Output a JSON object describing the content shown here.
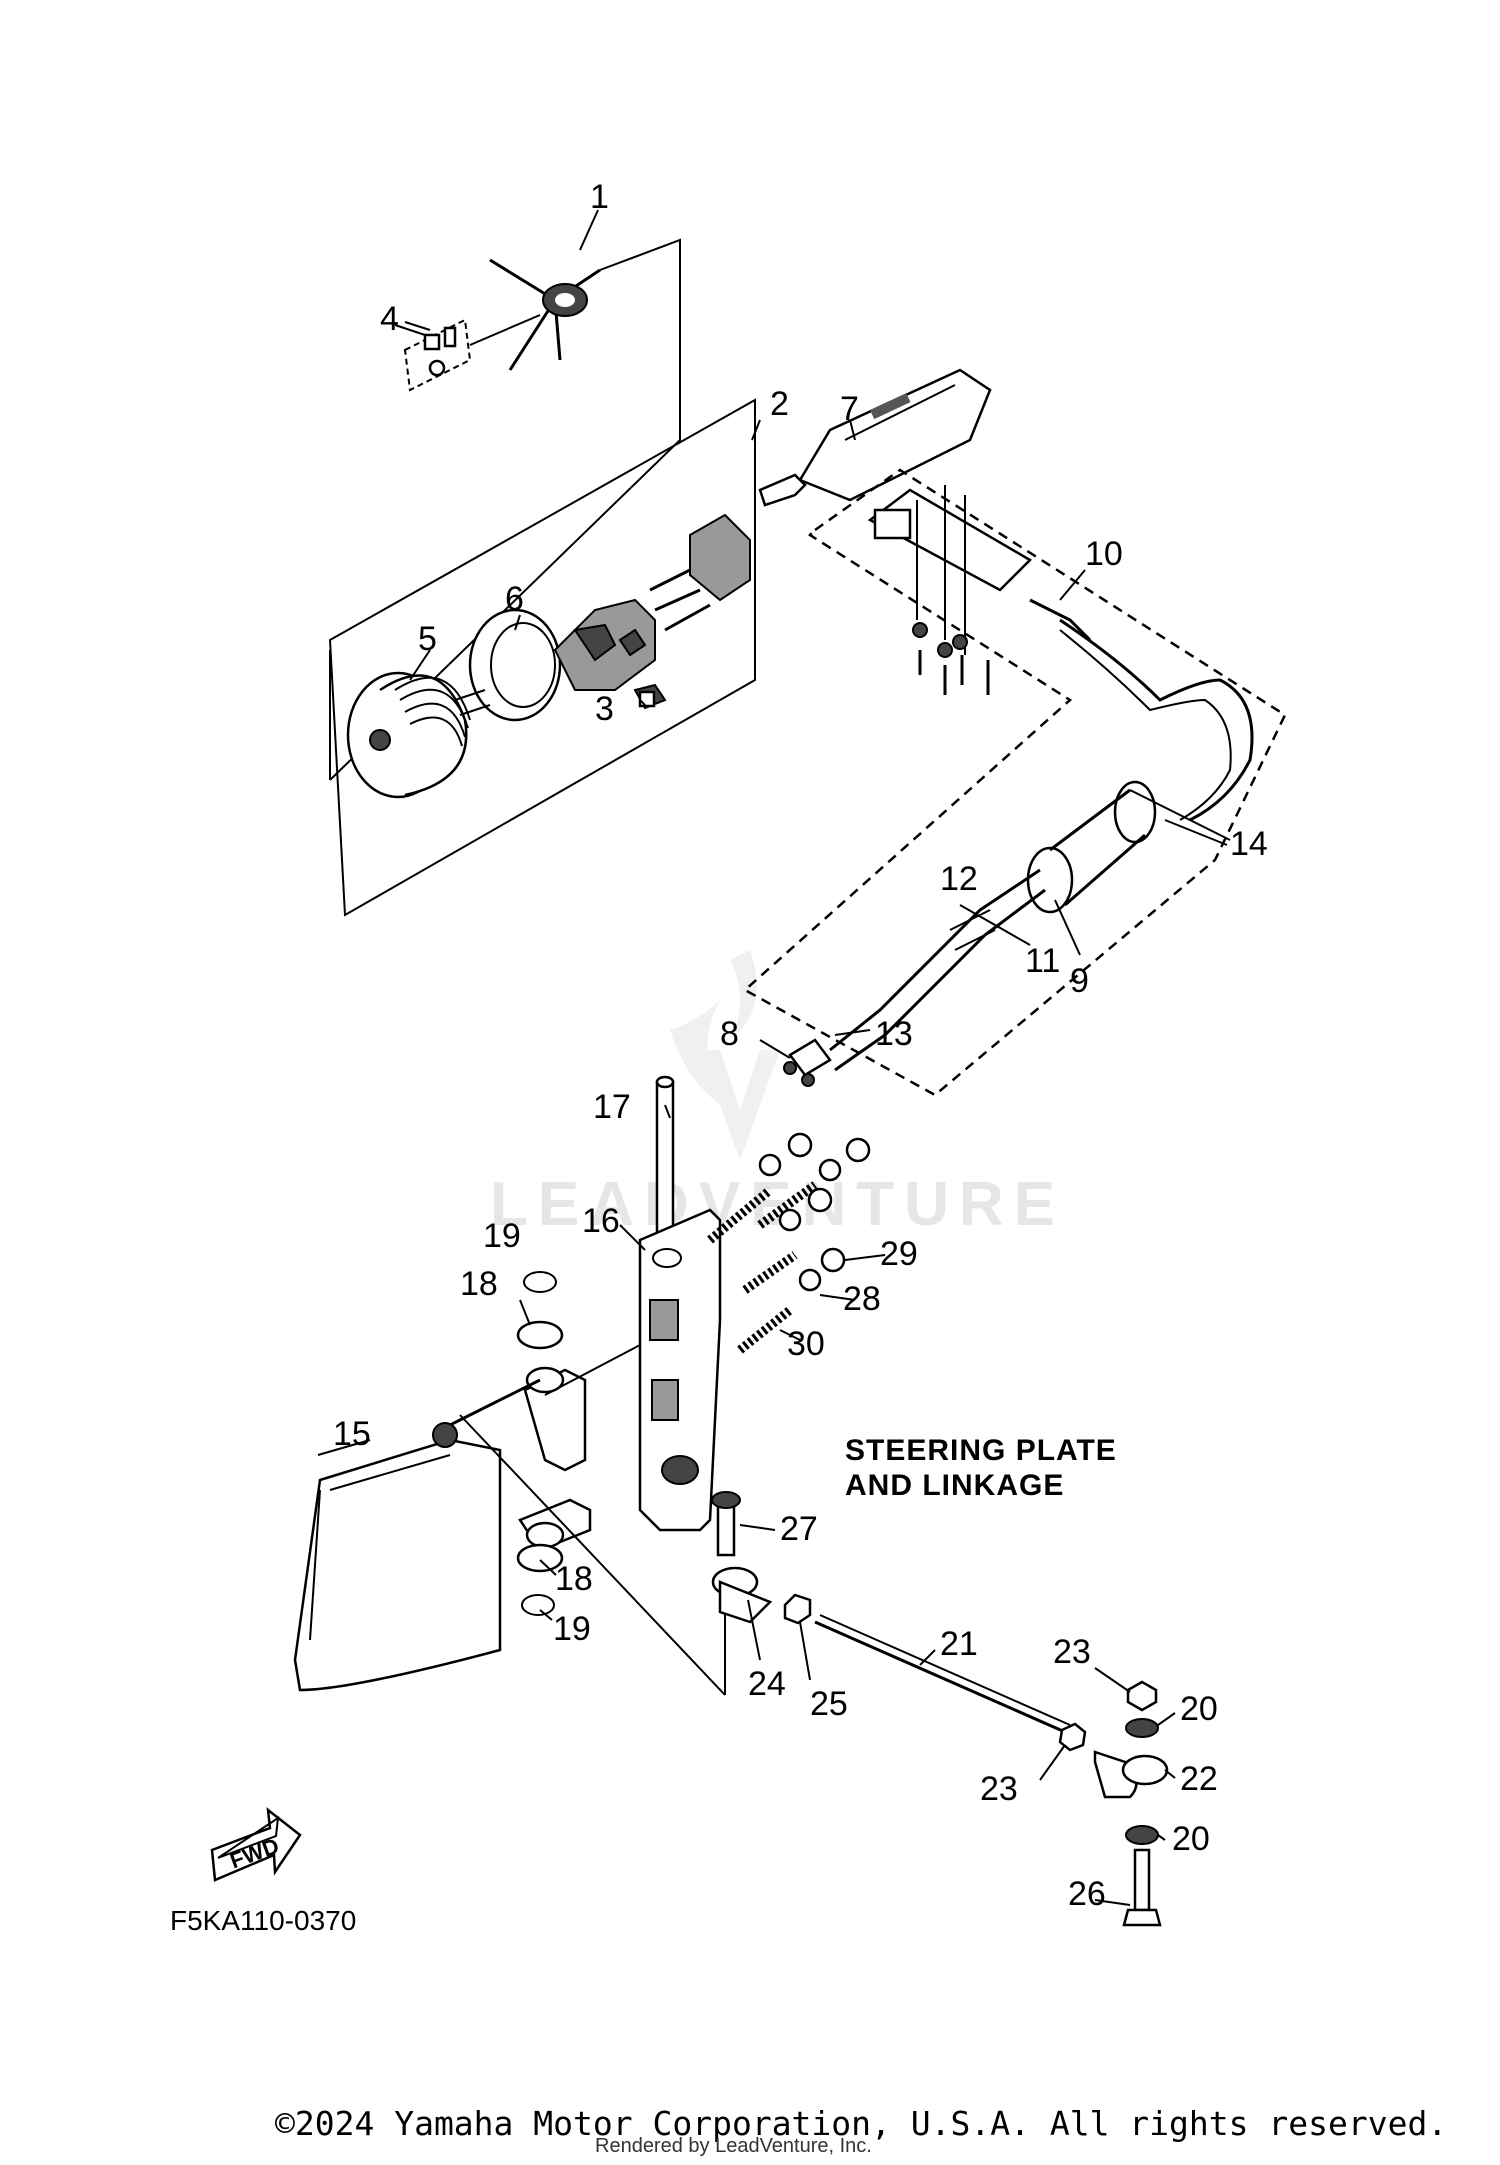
{
  "diagram": {
    "title_line1": "STEERING PLATE",
    "title_line2": "AND LINKAGE",
    "drawing_code": "F5KA110-0370",
    "fwd_label": "FWD",
    "watermark_text": "LEADVENTURE",
    "copyright": "©2024 Yamaha Motor Corporation, U.S.A. All rights reserved.",
    "rendered_by": "Rendered by LeadVenture, Inc."
  },
  "callouts": {
    "c1": "1",
    "c2": "2",
    "c3": "3",
    "c4": "4",
    "c5": "5",
    "c6": "6",
    "c7": "7",
    "c8": "8",
    "c9": "9",
    "c10": "10",
    "c11": "11",
    "c12": "12",
    "c13": "13",
    "c14": "14",
    "c15": "15",
    "c16": "16",
    "c17": "17",
    "c18a": "18",
    "c18b": "18",
    "c19a": "19",
    "c19b": "19",
    "c20a": "20",
    "c20b": "20",
    "c21": "21",
    "c22": "22",
    "c23a": "23",
    "c23b": "23",
    "c24": "24",
    "c25": "25",
    "c26": "26",
    "c27": "27",
    "c28": "28",
    "c29": "29",
    "c30": "30"
  },
  "icons": {
    "fwd": "fwd-arrow-icon",
    "watermark": "leadventure-logo-icon"
  }
}
